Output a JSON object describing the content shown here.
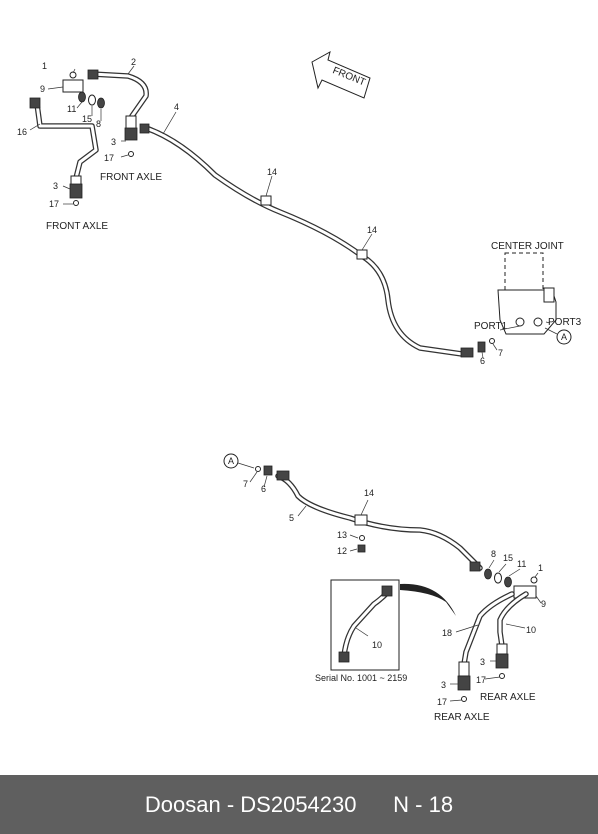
{
  "callouts": {
    "c1a": "1",
    "c2": "2",
    "c9a": "9",
    "c11a": "11",
    "c15a": "15",
    "c8a": "8",
    "c16": "16",
    "c3a": "3",
    "c17a": "17",
    "c3b": "3",
    "c17b": "17",
    "c4": "4",
    "c14a": "14",
    "c14b": "14",
    "c6a": "6",
    "c7a": "7",
    "c7b": "7",
    "c6b": "6",
    "c14c": "14",
    "c5": "5",
    "c13": "13",
    "c12": "12",
    "c8b": "8",
    "c15b": "15",
    "c11b": "11",
    "c1b": "1",
    "c9b": "9",
    "c10a": "10",
    "c18": "18",
    "c3c": "3",
    "c17c": "17",
    "c3d": "3",
    "c17d": "17",
    "c10b": "10"
  },
  "labels": {
    "front_axle_1": "FRONT AXLE",
    "front_axle_2": "FRONT AXLE",
    "center_joint": "CENTER JOINT",
    "port1": "PORT1",
    "port3": "PORT3",
    "rear_axle_1": "REAR AXLE",
    "rear_axle_2": "REAR AXLE",
    "serial": "Serial No. 1001 ~ 2159",
    "front_arrow": "FRONT",
    "ref_a_1": "A",
    "ref_a_2": "A"
  },
  "footer": {
    "text": "Doosan - DS2054230      N - 18"
  }
}
